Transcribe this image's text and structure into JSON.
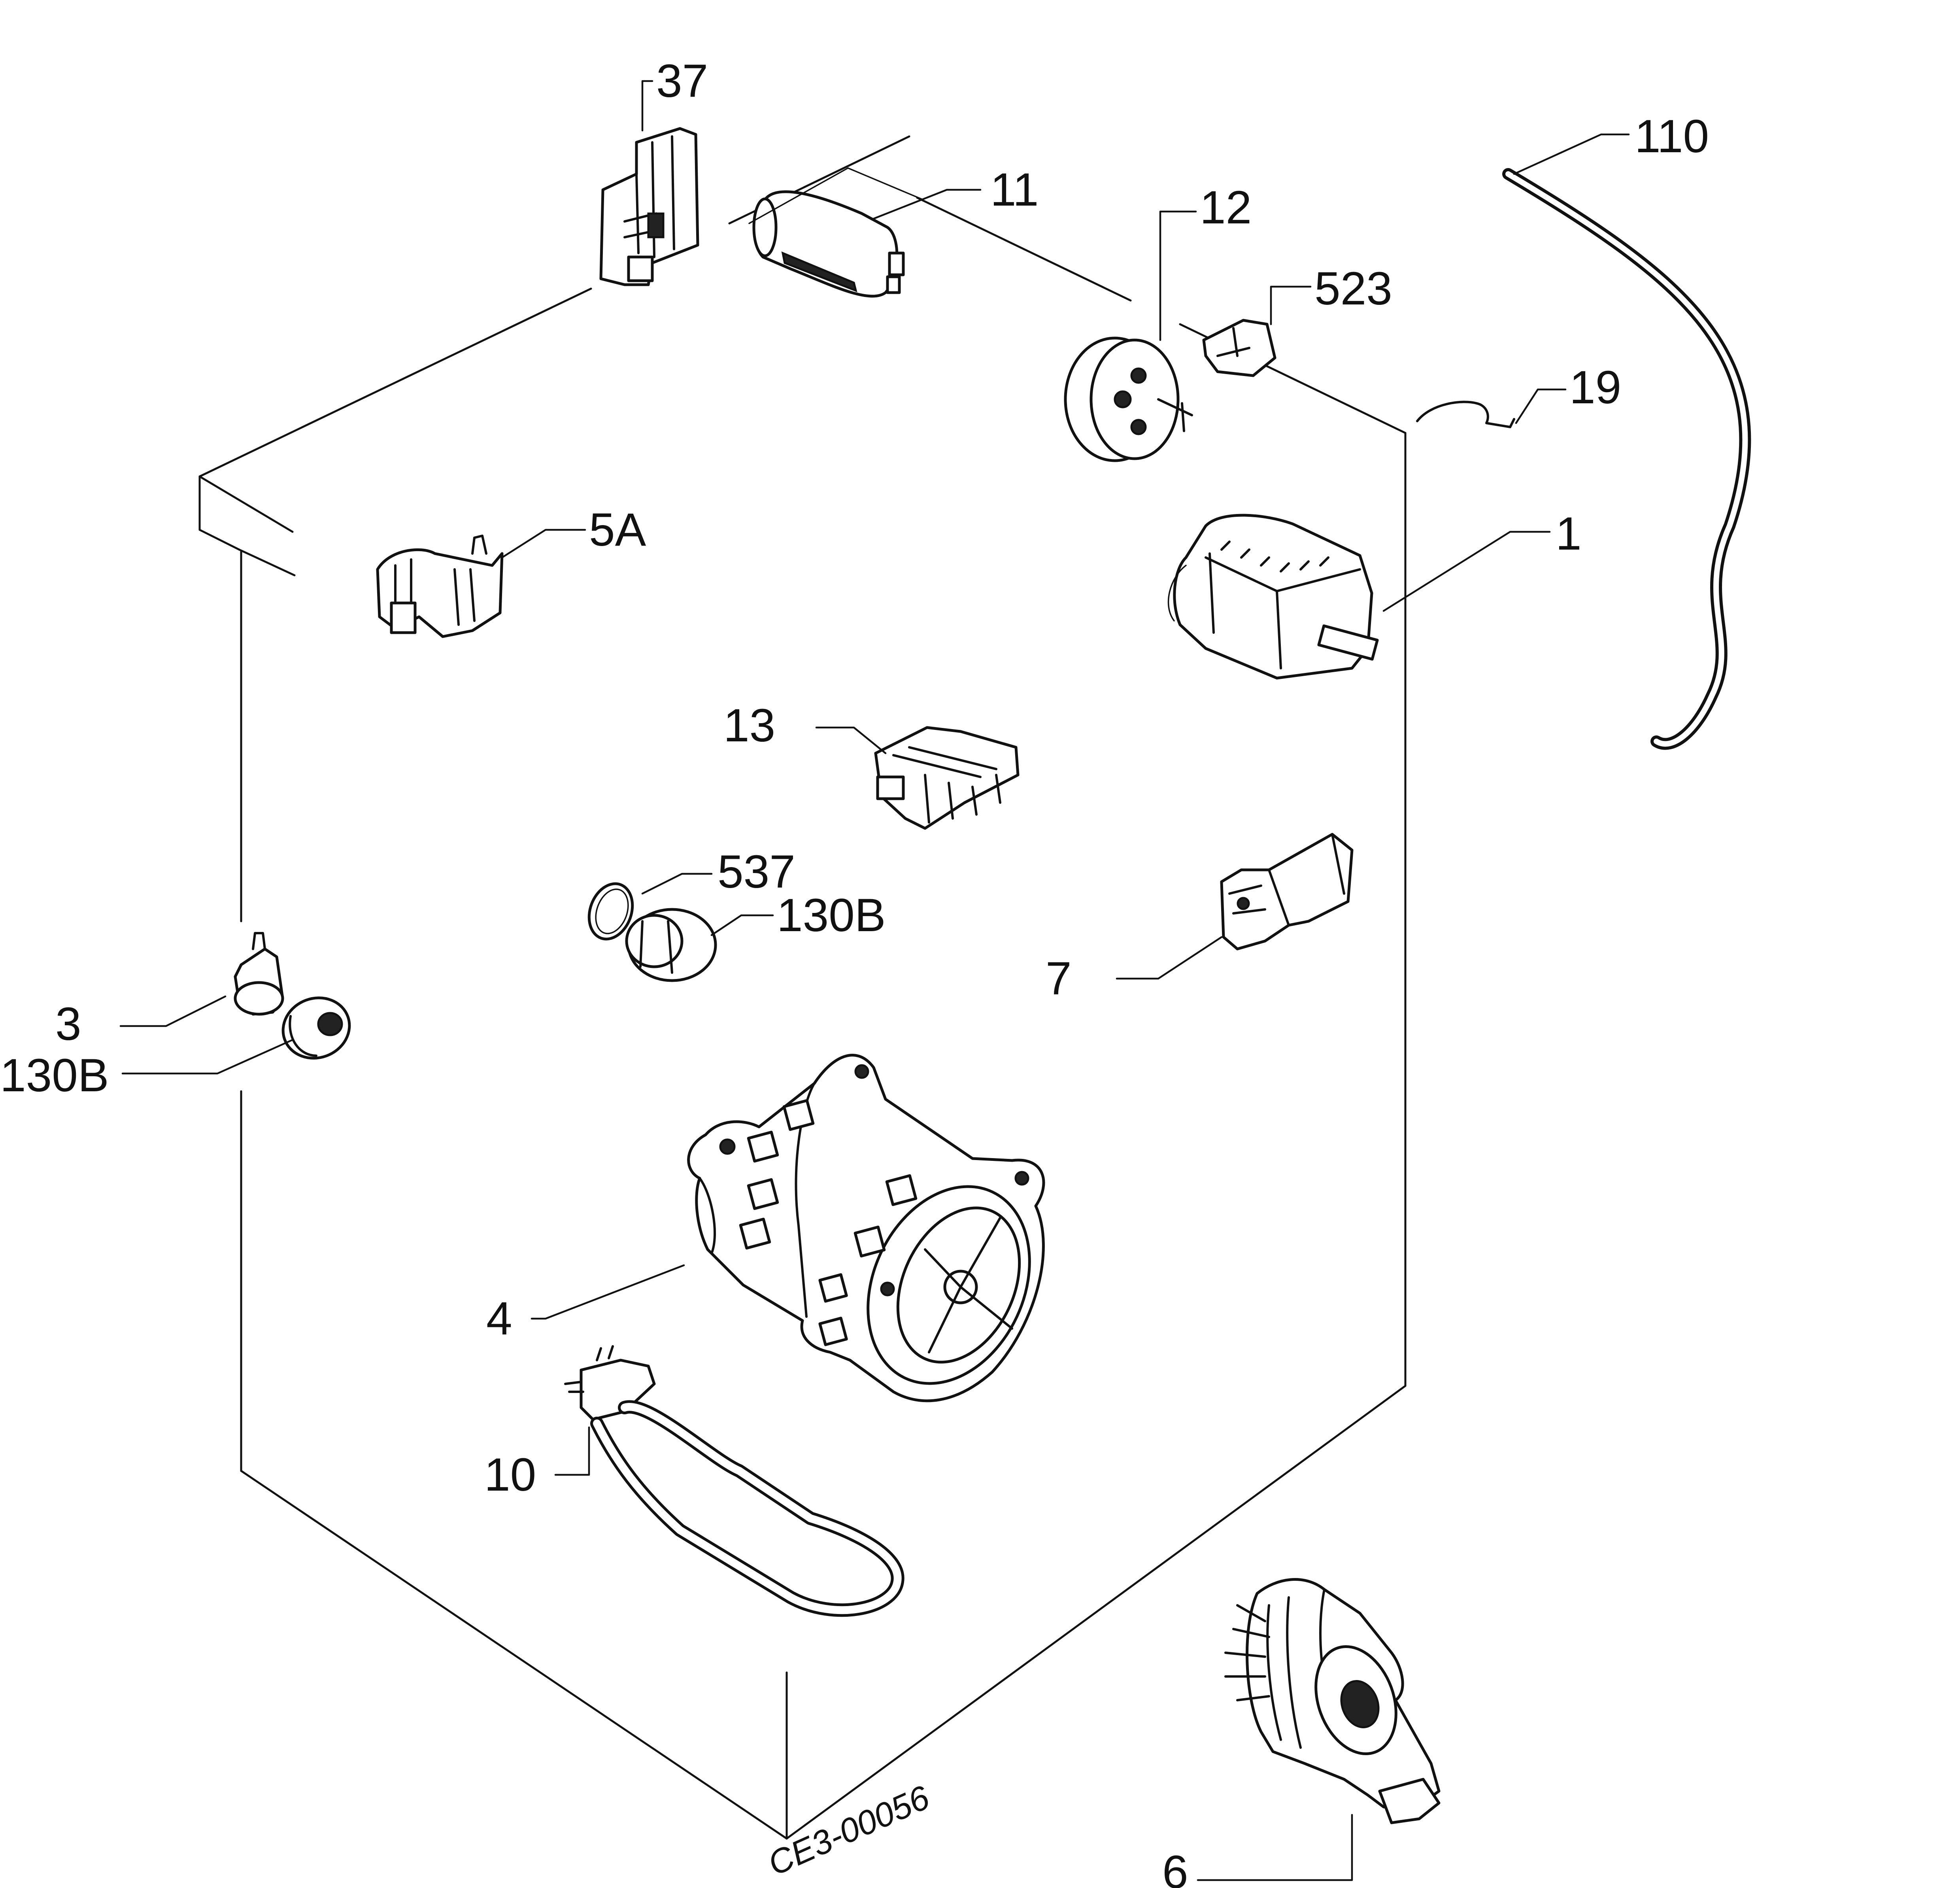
{
  "callouts": {
    "p37": "37",
    "p11": "11",
    "p110": "110",
    "p12": "12",
    "p523": "523",
    "p19": "19",
    "p5a": "5A",
    "p1": "1",
    "p13": "13",
    "p537": "537",
    "p130b_center": "130B",
    "p7": "7",
    "p3": "3",
    "p130b_left": "130B",
    "p4": "4",
    "p10": "10",
    "p6": "6"
  },
  "drawing_code": "CE3-00056"
}
